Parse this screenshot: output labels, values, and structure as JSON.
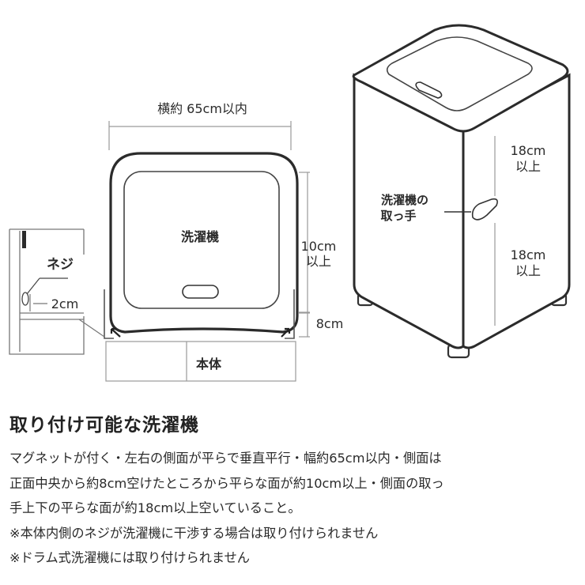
{
  "diagram": {
    "width_label": "横約 65cm以内",
    "inner_label": "洗濯機",
    "depth_label_1": "10cm",
    "depth_label_2": "以上",
    "gap_label": "8cm",
    "body_label": "本体",
    "screw_label": "ネジ",
    "screw_gap_label": "2cm",
    "handle_label_1": "洗濯機の",
    "handle_label_2": "取っ手",
    "upper_label_1": "18cm",
    "upper_label_2": "以上",
    "lower_label_1": "18cm",
    "lower_label_2": "以上"
  },
  "heading": "取り付け可能な洗濯機",
  "description": [
    "マグネットが付く・左右の側面が平らで垂直平行・幅約65cm以内・側面は",
    "正面中央から約8cm空けたところから平らな面が約10cm以上・側面の取っ",
    "手上下の平らな面が約18cm以上空いていること。",
    "※本体内側のネジが洗濯機に干渉する場合は取り付けられません",
    "※ドラム式洗濯機には取り付けられません"
  ]
}
